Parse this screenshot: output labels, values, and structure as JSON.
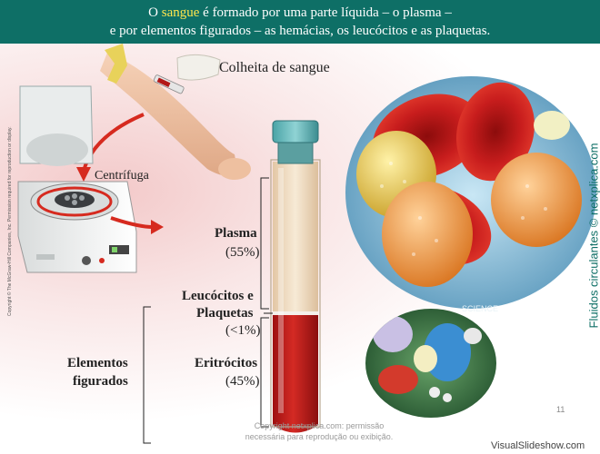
{
  "header": {
    "line1_before": "O ",
    "line1_highlight": "sangue",
    "line1_after": " é formado por uma parte líquida – o plasma –",
    "line2": "e por elementos figurados – as hemácias, os leucócitos e as plaquetas."
  },
  "labels": {
    "colheita": "Colheita de sangue",
    "centrifuga": "Centrífuga",
    "plasma": "Plasma",
    "plasma_pct": "(55%)",
    "leucocitos": "Leucócitos e",
    "plaquetas": "Plaquetas",
    "leuco_pct": "(<1%)",
    "eritrocitos": "Eritrócitos",
    "eritro_pct": "(45%)",
    "elementos": "Elementos",
    "figurados": "figurados"
  },
  "side_copyright": "Copyright © The McGraw-Hill Companies, Inc. Permission required for reproduction or display.",
  "side_title": "Fluidos circulantes © netxplica.com",
  "bottom_copyright_1": "Copyright netxplica.com: permissão",
  "bottom_copyright_2": "necessária para reprodução ou exibição.",
  "micrograph_text": "SCIENCE",
  "page_number": "11",
  "footer": "VisualSlideshow.com",
  "colors": {
    "header_bg": "#0e6f66",
    "highlight": "#ffe64d",
    "plasma": "#f1dcc0",
    "rbc": "#c42020"
  }
}
